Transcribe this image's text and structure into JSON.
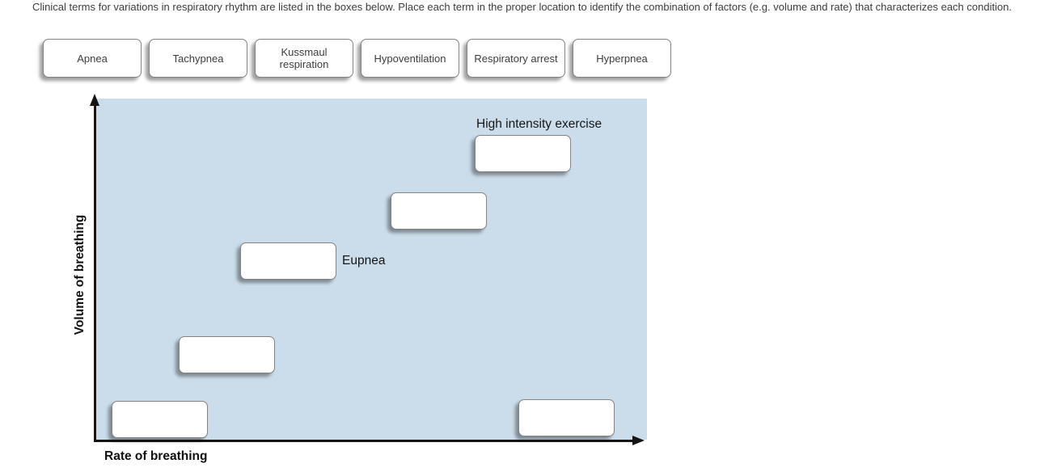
{
  "instructions": "Clinical terms for variations in respiratory rhythm are listed in the boxes below. Place each term in the proper location to identify the combination of factors (e.g. volume and rate) that characterizes each condition.",
  "term_bank": {
    "terms": [
      "Apnea",
      "Tachypnea",
      "Kussmaul respiration",
      "Hypoventilation",
      "Respiratory arrest",
      "Hyperpnea"
    ]
  },
  "chart": {
    "y_axis_label": "Volume of breathing",
    "x_axis_label": "Rate of breathing",
    "annotations": {
      "high_intensity": "High intensity exercise",
      "eupnea": "Eupnea"
    },
    "drop_targets": [
      {
        "id": "high-intensity",
        "annotation": "High intensity exercise",
        "value": ""
      },
      {
        "id": "upper-middle",
        "annotation": "",
        "value": ""
      },
      {
        "id": "eupnea",
        "annotation": "Eupnea",
        "value": ""
      },
      {
        "id": "lower-middle",
        "annotation": "",
        "value": ""
      },
      {
        "id": "bottom-left",
        "annotation": "",
        "value": ""
      },
      {
        "id": "bottom-right",
        "annotation": "",
        "value": ""
      }
    ]
  },
  "colors": {
    "chart_background": "#cbdcea",
    "box_border": "#838383",
    "axis": "#151515",
    "text": "#3c3c3c"
  }
}
